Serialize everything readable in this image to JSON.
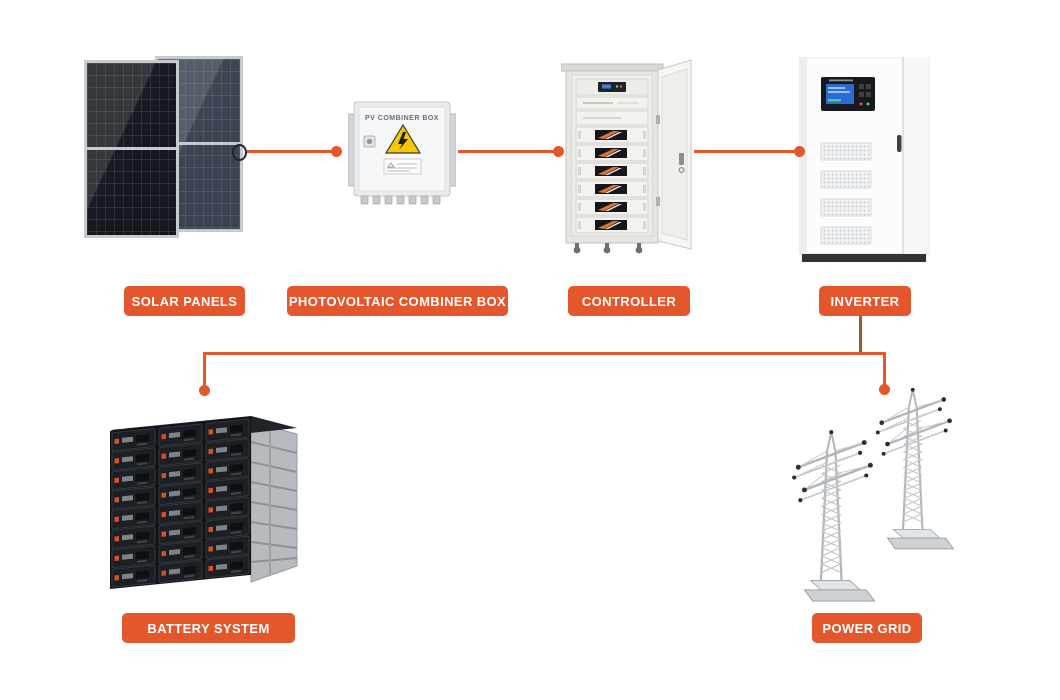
{
  "diagram": {
    "nodes": [
      {
        "id": "solar-panels",
        "label": "SOLAR PANELS"
      },
      {
        "id": "photovoltaic-combiner-box",
        "label": "PHOTOVOLTAIC COMBINER BOX"
      },
      {
        "id": "controller",
        "label": "CONTROLLER"
      },
      {
        "id": "inverter",
        "label": "INVERTER"
      },
      {
        "id": "battery-system",
        "label": "BATTERY SYSTEM"
      },
      {
        "id": "power-grid",
        "label": "POWER GRID"
      }
    ],
    "connections": [
      {
        "from": "solar-panels",
        "to": "photovoltaic-combiner-box"
      },
      {
        "from": "photovoltaic-combiner-box",
        "to": "controller"
      },
      {
        "from": "controller",
        "to": "inverter"
      },
      {
        "from": "inverter",
        "to": "battery-system"
      },
      {
        "from": "inverter",
        "to": "power-grid"
      }
    ]
  },
  "equipment": {
    "combiner_box_text": "PV COMBINER BOX"
  },
  "colors": {
    "accent": "#e4572c",
    "inverter_stem_line": "#9c5b33",
    "label_text": "#ffffff",
    "warning_triangle": "#f6c800"
  }
}
